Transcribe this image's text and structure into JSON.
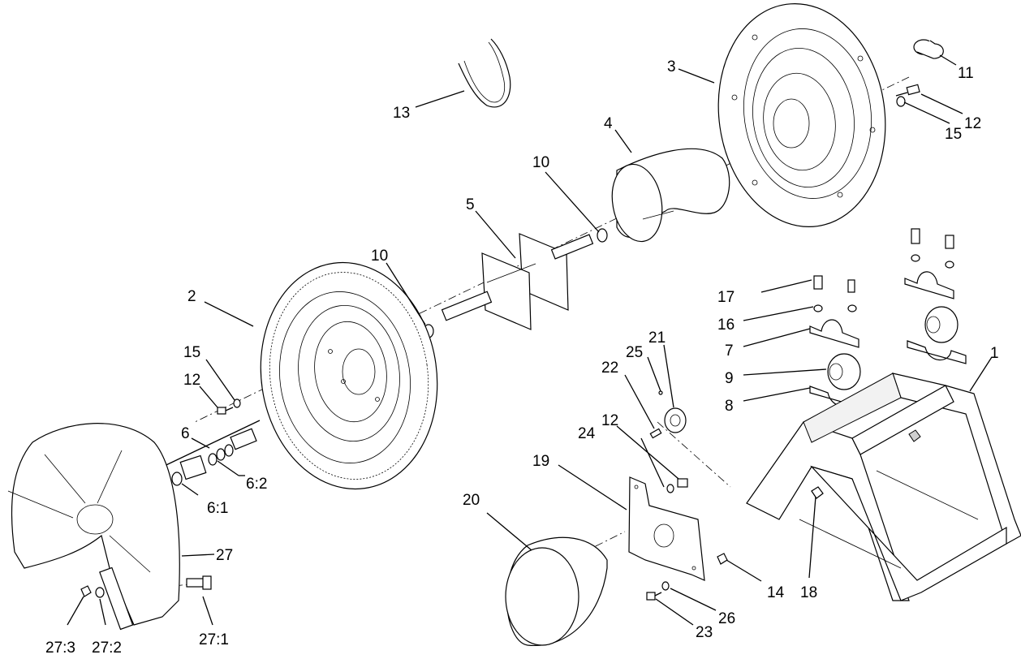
{
  "callouts": {
    "c1": "1",
    "c2": "2",
    "c3": "3",
    "c4": "4",
    "c5": "5",
    "c6": "6",
    "c6_1": "6:1",
    "c6_2": "6:2",
    "c7": "7",
    "c8": "8",
    "c9": "9",
    "c10a": "10",
    "c10b": "10",
    "c11": "11",
    "c12a": "12",
    "c12b": "12",
    "c12c": "12",
    "c13": "13",
    "c14": "14",
    "c15a": "15",
    "c15b": "15",
    "c16": "16",
    "c17": "17",
    "c18": "18",
    "c19": "19",
    "c20": "20",
    "c21": "21",
    "c22": "22",
    "c23": "23",
    "c24": "24",
    "c25": "25",
    "c26": "26",
    "c27": "27",
    "c27_1": "27:1",
    "c27_2": "27:2",
    "c27_3": "27:3"
  }
}
